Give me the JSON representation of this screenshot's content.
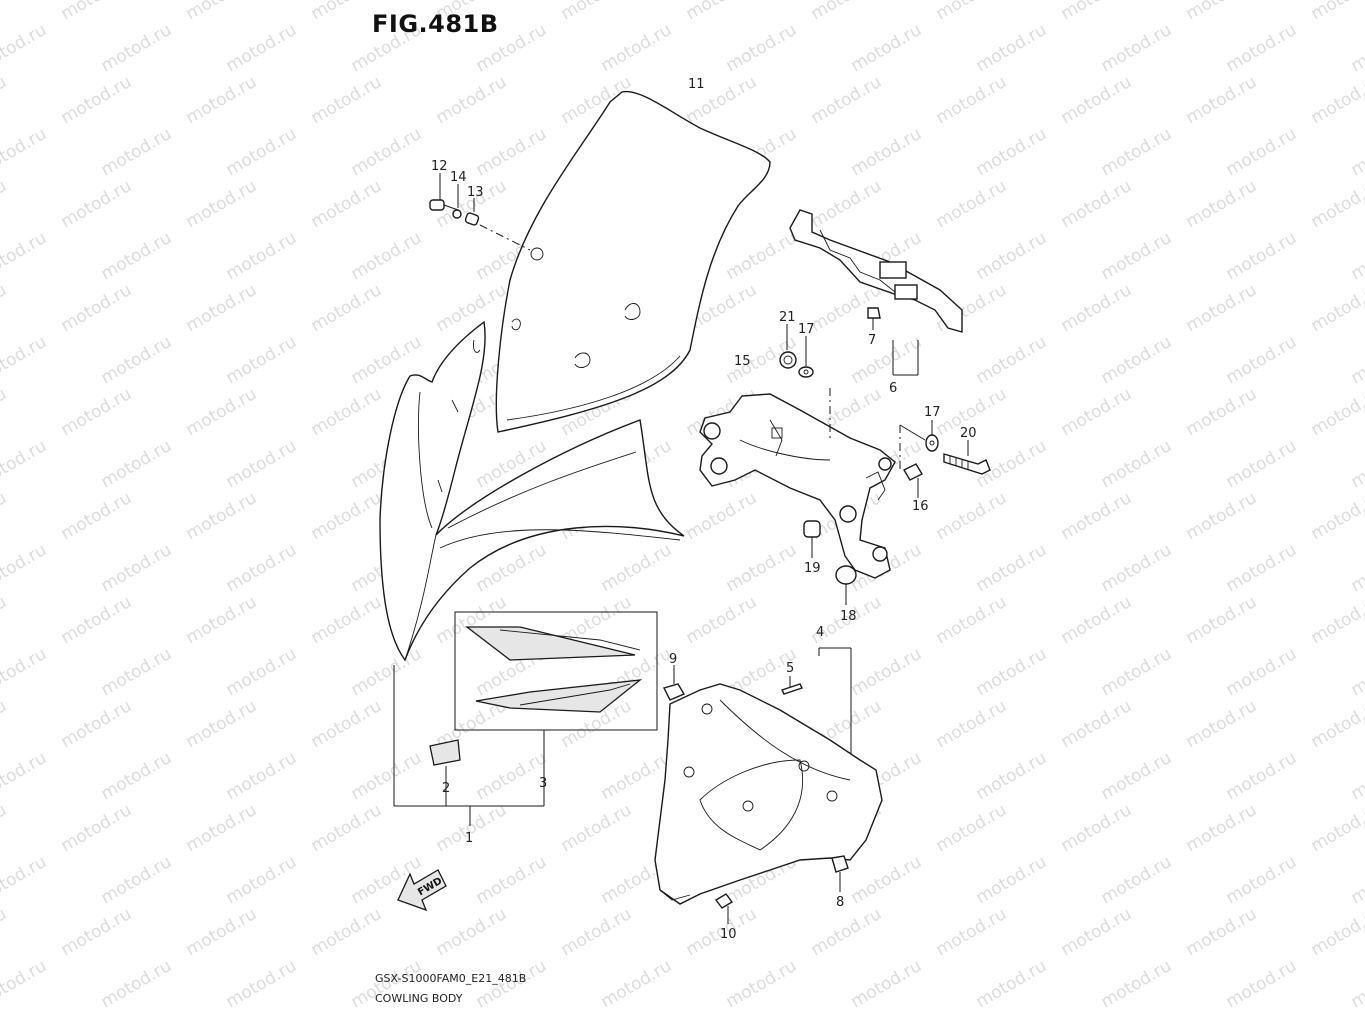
{
  "figure": {
    "title": "FIG.481B",
    "code": "GSX-S1000FAM0_E21_481B",
    "caption": "COWLING BODY"
  },
  "watermark": "motod.ru",
  "fwd_label": "FWD",
  "callouts": [
    "1",
    "2",
    "3",
    "4",
    "5",
    "6",
    "7",
    "8",
    "9",
    "10",
    "11",
    "12",
    "13",
    "14",
    "15",
    "16",
    "17",
    "17",
    "18",
    "19",
    "20",
    "21"
  ]
}
